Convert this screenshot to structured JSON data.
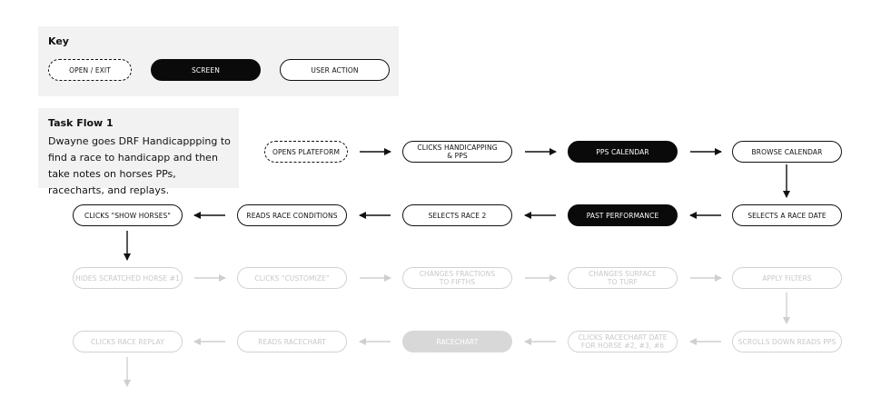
{
  "key": {
    "title": "Key",
    "open_exit": "OPEN / EXIT",
    "screen": "SCREEN",
    "user_action": "USER ACTION"
  },
  "task": {
    "title": "Task Flow 1",
    "description": "Dwayne goes DRF Handicappping to find a race to handicapp and then take notes on horses PPs, racecharts, and replays."
  },
  "flow": {
    "row1": {
      "opens_plateform": "OPENS PLATEFORM",
      "clicks_handicapping": "CLICKS HANDICAPPING\n& PPS",
      "pps_calendar": "PPS CALENDAR",
      "browse_calendar": "BROWSE CALENDAR"
    },
    "row2": {
      "selects_race_date": "SELECTS A RACE DATE",
      "past_performance": "PAST PERFORMANCE",
      "selects_race_2": "SELECTS RACE 2",
      "reads_race_conditions": "READS RACE CONDITIONS",
      "clicks_show_horses": "CLICKS \"SHOW HORSES\""
    },
    "row3": {
      "hides_scratched": "HIDES SCRATCHED HORSE #1",
      "clicks_customize": "CLICKS \"CUSTOMIZE\"",
      "changes_fractions": "CHANGES FRACTIONS\nTO FIFTHS",
      "changes_surface": "CHANGES SURFACE\nTO TURF",
      "apply_filters": "APPLY FILTERS"
    },
    "row4": {
      "scrolls_down": "SCROLLS DOWN READS PPS",
      "clicks_racechart_date": "CLICKS RACECHART DATE\nFOR HORSE #2, #3, #6",
      "racechart": "RACECHART",
      "reads_racechart": "READS RACECHART",
      "clicks_race_replay": "CLICKS RACE REPLAY"
    }
  },
  "colors": {
    "screen": "#0a0a0a",
    "faded_border": "#d2d2d2",
    "faded_text": "#c8c8c8",
    "panel": "#f2f2f2"
  }
}
